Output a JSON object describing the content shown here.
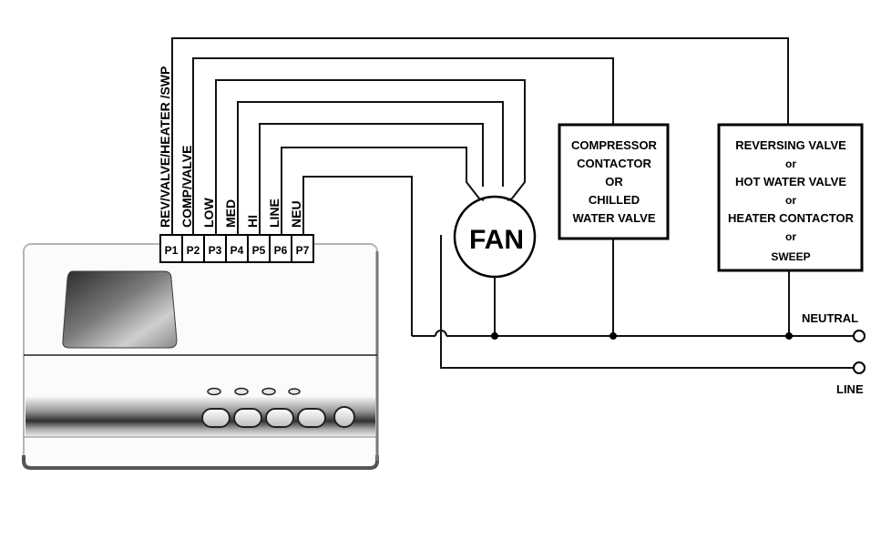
{
  "thermostat": {
    "terminals": [
      "P1",
      "P2",
      "P3",
      "P4",
      "P5",
      "P6",
      "P7"
    ],
    "terminal_labels": [
      "REV/VALVE/HEATER /SWP",
      "COMP/VALVE",
      "LOW",
      "MED",
      "HI",
      "LINE",
      "NEU"
    ]
  },
  "fan": {
    "label": "FAN"
  },
  "compressor_box": {
    "lines": [
      "COMPRESSOR",
      "CONTACTOR",
      "OR",
      "CHILLED",
      "WATER VALVE"
    ]
  },
  "reversing_box": {
    "lines": [
      "REVERSING VALVE",
      "or",
      "HOT WATER VALVE",
      "or",
      "HEATER CONTACTOR",
      "or",
      "SWEEP"
    ]
  },
  "supply": {
    "neutral_label": "NEUTRAL",
    "line_label": "LINE"
  }
}
